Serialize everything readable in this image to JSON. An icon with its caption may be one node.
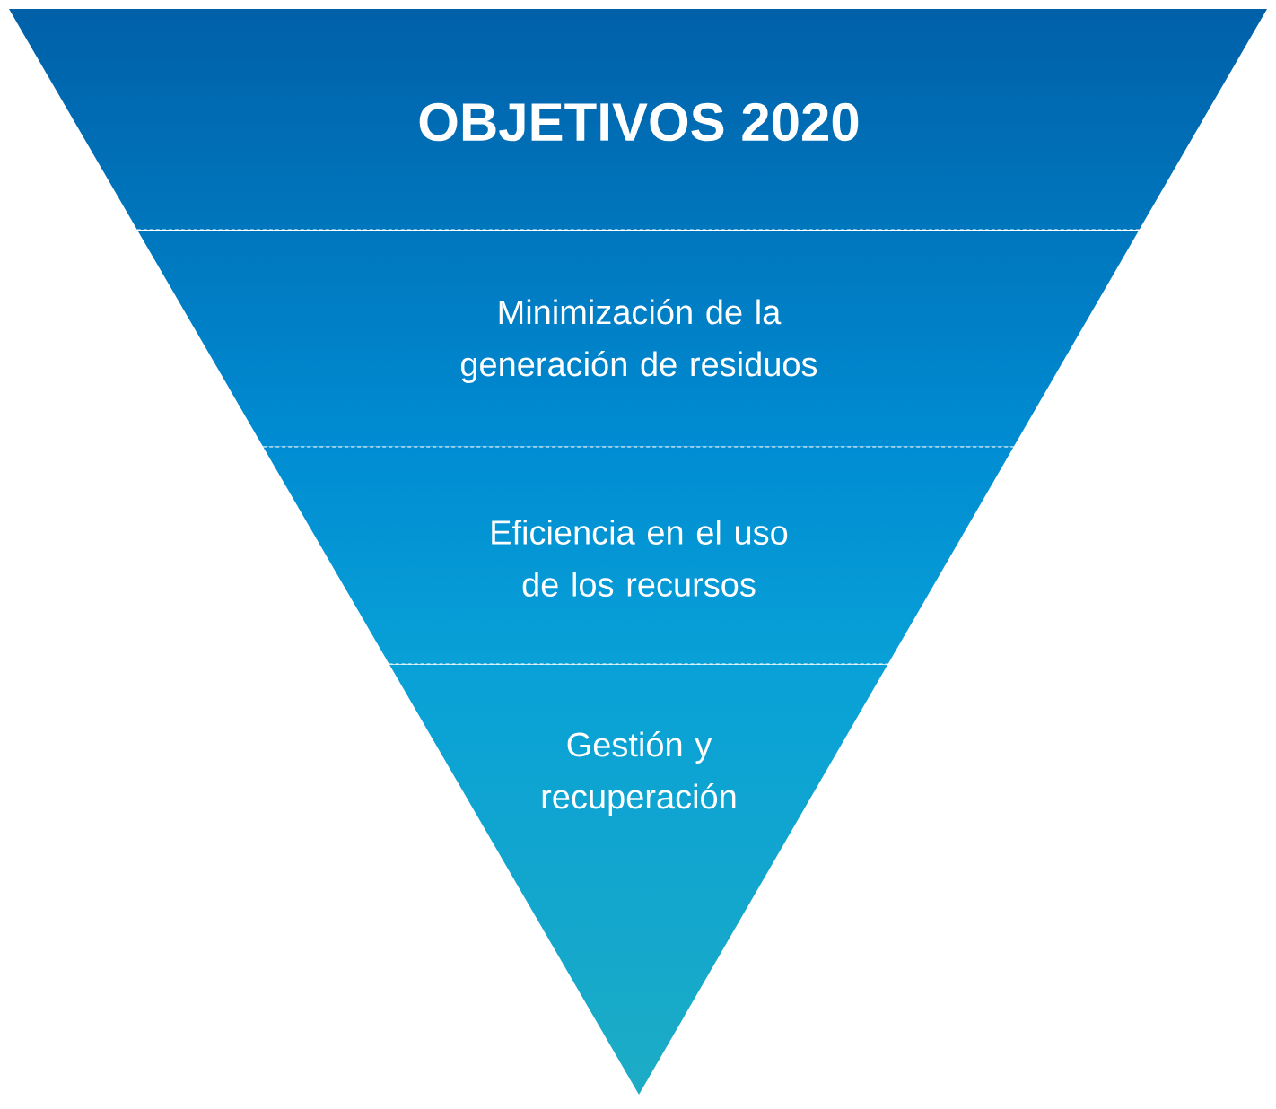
{
  "diagram": {
    "title": "OBJETIVOS 2020",
    "nodes": [
      {
        "text": [
          "Minimización de la generación de residuos"
        ]
      },
      {
        "text": [
          "Eficiencia en el uso de los recursos"
        ]
      },
      {
        "text": [
          "Gestión y recuperación"
        ]
      }
    ]
  }
}
